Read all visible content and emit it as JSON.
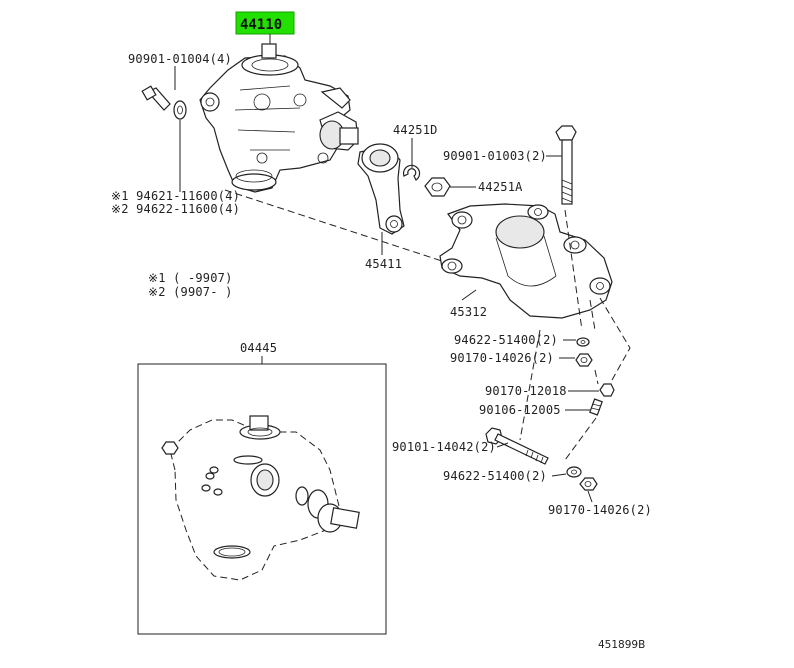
{
  "highlighted_part": "44110",
  "labels": {
    "l_90901_01004": "90901-01004(4)",
    "l_94621": "※1 94621-11600(4)",
    "l_94622_11600": "※2 94622-11600(4)",
    "l_44251d": "44251D",
    "l_90901_01003": "90901-01003(2)",
    "l_44251a": "44251A",
    "l_45411": "45411",
    "l_45312": "45312",
    "l_94622_51400_a": "94622-51400(2)",
    "l_90170_14026_a": "90170-14026(2)",
    "l_90170_12018": "90170-12018",
    "l_90106_12005": "90106-12005",
    "l_90101_14042": "90101-14042(2)",
    "l_94622_51400_b": "94622-51400(2)",
    "l_90170_14026_b": "90170-14026(2)",
    "l_04445": "04445"
  },
  "notes": {
    "note1": "※1 (     -9907)",
    "note2": "※2 (9907-     )"
  },
  "figure_ref": "451899B"
}
